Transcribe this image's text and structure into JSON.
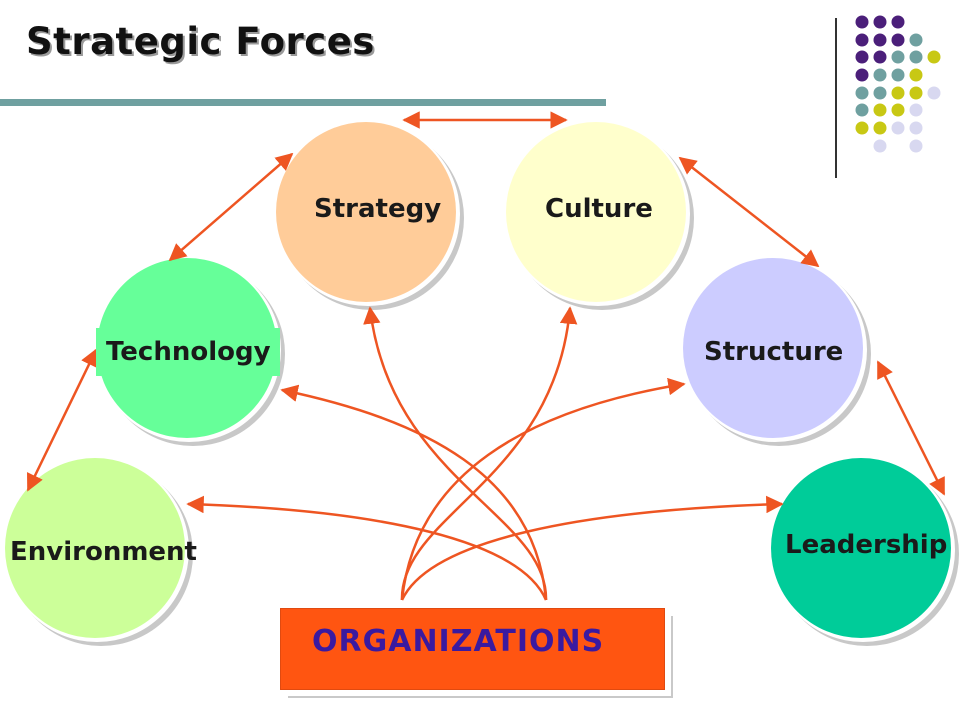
{
  "title": "Strategic Forces",
  "nodes": {
    "strategy": {
      "label": "Strategy",
      "color": "#ffcc99"
    },
    "culture": {
      "label": "Culture",
      "color": "#ffffcc"
    },
    "technology": {
      "label": "Technology",
      "color": "#66ff99"
    },
    "structure": {
      "label": "Structure",
      "color": "#ccccff"
    },
    "environment": {
      "label": "Environment",
      "color": "#ccff99"
    },
    "leadership": {
      "label": "Leadership",
      "color": "#00cc99"
    }
  },
  "center": {
    "label": "ORGANIZATIONS",
    "color": "#ff5511",
    "text_color": "#3a1aa0"
  },
  "arrow_color": "#ee5522",
  "dot_colors": {
    "purple": "#4b1f7a",
    "teal": "#6fa0a0",
    "olive": "#c8c814",
    "lavender": "#d8d8f0"
  }
}
